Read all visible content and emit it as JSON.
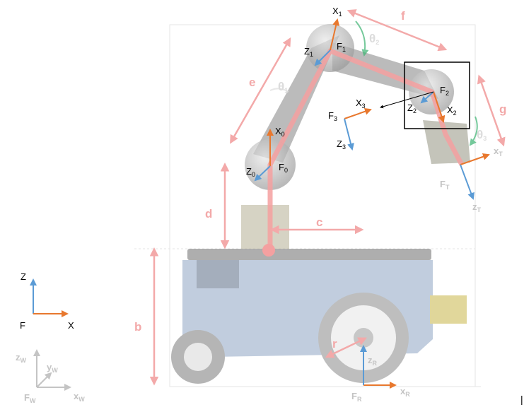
{
  "colors": {
    "frame_x": "#e8782e",
    "frame_z": "#5b9bd5",
    "dimension": "#f3a9a9",
    "arm": "#f4a0a0",
    "joint_ring": "#3cb371",
    "faded": "#c4c4c4",
    "robot_body": "#c9d4e2"
  },
  "labels": {
    "x1": {
      "main": "X",
      "sub": "1"
    },
    "f1": {
      "main": "F",
      "sub": "1"
    },
    "z1": {
      "main": "Z",
      "sub": "1"
    },
    "x0": {
      "main": "X",
      "sub": "0"
    },
    "f0": {
      "main": "F",
      "sub": "0"
    },
    "z0": {
      "main": "Z",
      "sub": "0"
    },
    "f2": {
      "main": "F",
      "sub": "2"
    },
    "z2": {
      "main": "Z",
      "sub": "2"
    },
    "x2": {
      "main": "X",
      "sub": "2"
    },
    "x3": {
      "main": "X",
      "sub": "3"
    },
    "f3": {
      "main": "F",
      "sub": "3"
    },
    "z3": {
      "main": "Z",
      "sub": "3"
    },
    "ft": {
      "main": "F",
      "sub": "T"
    },
    "xt": {
      "main": "x",
      "sub": "T"
    },
    "zt": {
      "main": "z",
      "sub": "T"
    },
    "fr": {
      "main": "F",
      "sub": "R"
    },
    "xr": {
      "main": "x",
      "sub": "R"
    },
    "zr": {
      "main": "z",
      "sub": "R"
    },
    "fw": {
      "main": "F",
      "sub": "W"
    },
    "xw": {
      "main": "x",
      "sub": "W"
    },
    "yw": {
      "main": "y",
      "sub": "W"
    },
    "zw": {
      "main": "z",
      "sub": "W"
    },
    "legend_z": "Z",
    "legend_x": "X",
    "legend_f": "F"
  },
  "angles": {
    "theta1": {
      "main": "θ",
      "sub": "1"
    },
    "theta2": {
      "main": "θ",
      "sub": "2"
    },
    "theta3": {
      "main": "θ",
      "sub": "3"
    }
  },
  "dimensions": {
    "b": "b",
    "c": "c",
    "d": "d",
    "e": "e",
    "f": "f",
    "g": "g",
    "r": "r"
  },
  "footer_mark": "|"
}
